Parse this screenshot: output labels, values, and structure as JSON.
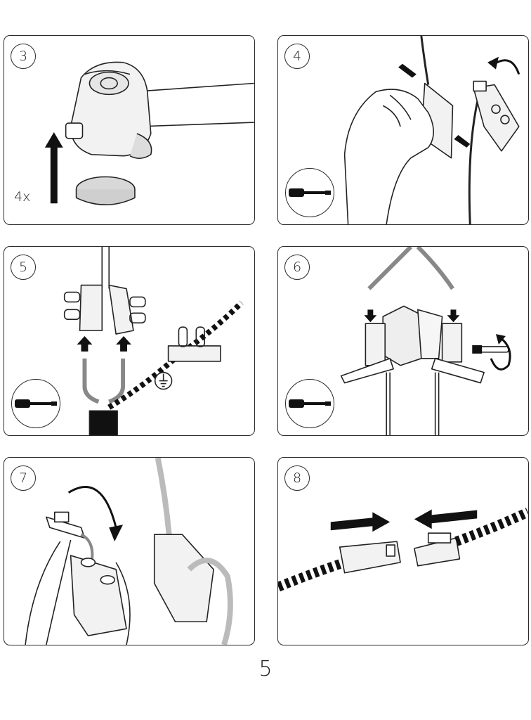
{
  "steps": [
    {
      "number": "3",
      "multiplier": "4x",
      "tool": "none"
    },
    {
      "number": "4",
      "tool": "screwdriver-icon"
    },
    {
      "number": "5",
      "tool": "screwdriver-icon"
    },
    {
      "number": "6",
      "tool": "screwdriver-icon"
    },
    {
      "number": "7",
      "tool": "none"
    },
    {
      "number": "8",
      "tool": "none"
    }
  ],
  "page_number": "5"
}
